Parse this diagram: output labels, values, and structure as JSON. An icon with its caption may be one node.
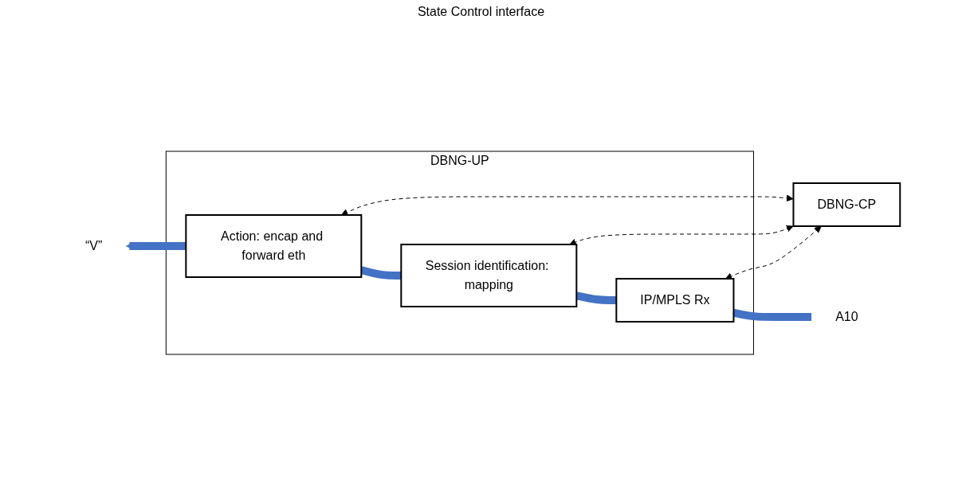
{
  "diagram": {
    "nodes": [
      {
        "text": [
          "DBNG-CP"
        ]
      },
      {
        "text": [
          "DBNG-UP"
        ]
      },
      {
        "text": [
          "Action: encap and forward eth"
        ],
        "in": 1
      },
      {
        "text": [
          "Session identification: mapping"
        ],
        "in": 1
      },
      {
        "text": [
          "IP/MPLS Rx"
        ],
        "in": 1
      },
      {
        "text": [
          "“V”"
        ]
      },
      {
        "text": [
          "A10"
        ]
      }
    ],
    "edges": [
      {
        "from": 0,
        "to": 2,
        "arrow": "both",
        "style": "dashed",
        "color": "#000000"
      },
      {
        "from": 0,
        "to": 3,
        "arrow": "both",
        "style": "dashed",
        "color": "#000000"
      },
      {
        "from": 0,
        "to": 4,
        "arrow": "both",
        "style": "dashed",
        "color": "#000000"
      },
      {
        "from": 6,
        "to": 4,
        "arrow": "none"
      },
      {
        "from": 4,
        "to": 3,
        "arrow": "none"
      },
      {
        "from": 3,
        "to": 2,
        "arrow": "none"
      },
      {
        "from": 2,
        "to": 5,
        "arrow": "to"
      }
    ],
    "labels": [
      "State Control interface"
    ]
  }
}
